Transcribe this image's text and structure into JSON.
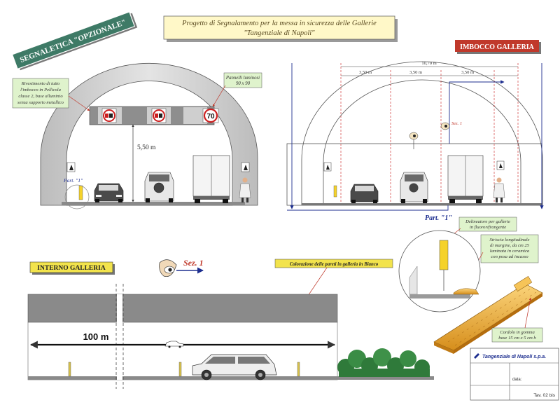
{
  "title": {
    "line1": "Progetto di Segnalamento per la messa in sicurezza delle Gallerie",
    "line2": "\"Tangenziale di Napoli\""
  },
  "banners": {
    "optional": "SEGNALETICA \"OPZIONALE\"",
    "entrance": "IMBOCCO GALLERIA",
    "interior": "INTERNO GALLERIA"
  },
  "left_section": {
    "lining_note": [
      "Rivestimento di tutto",
      "l'imbocco in Pellicola",
      "classe 2, base alluminio",
      "senza supporto metallico"
    ],
    "panels_note": [
      "Pannelli luminosi",
      "90 x 90"
    ],
    "sign_no_overtaking": "no-overtaking",
    "sign_no_trucks_overtaking": "no-truck-overtaking",
    "sign_speed_limit": "70",
    "height_label": "5,50 m",
    "part_label": "Part. \"1\""
  },
  "right_section": {
    "total_width": "10,70 m",
    "lane1": "3,50 m",
    "lane2": "3,50 m",
    "lane3": "3,50 m",
    "sez_label": "Sez. 1",
    "part_label": "Part. \"1\"",
    "delineator_note": [
      "Delineatore per gallerie",
      "in fluororifrangente"
    ],
    "stripe_note": [
      "Striscia longitudinale",
      "di margine, da cm 25",
      "laminata in ceramica",
      "con posa ad incasso"
    ],
    "curb_note": [
      "Cordolo in gomma",
      "base 15 cm x 5 cm h"
    ]
  },
  "bottom_section": {
    "sez_label": "Sez. 1",
    "wall_note": "Colorazione delle pareti in galleria in Bianco",
    "distance_label": "100 m"
  },
  "title_block": {
    "company": "Tangenziale di Napoli s.p.a.",
    "date_label": "data:",
    "sheet": "Tav. 02 bis"
  },
  "colors": {
    "optional_banner": "#3e7a66",
    "entrance_banner": "#c0392b",
    "interior_banner": "#f2e34c",
    "note_box": "#dff3cc",
    "speed_border": "#cc1f1f",
    "arrow_blue": "#1d2e8f",
    "curb_orange": "#f0b43a"
  }
}
